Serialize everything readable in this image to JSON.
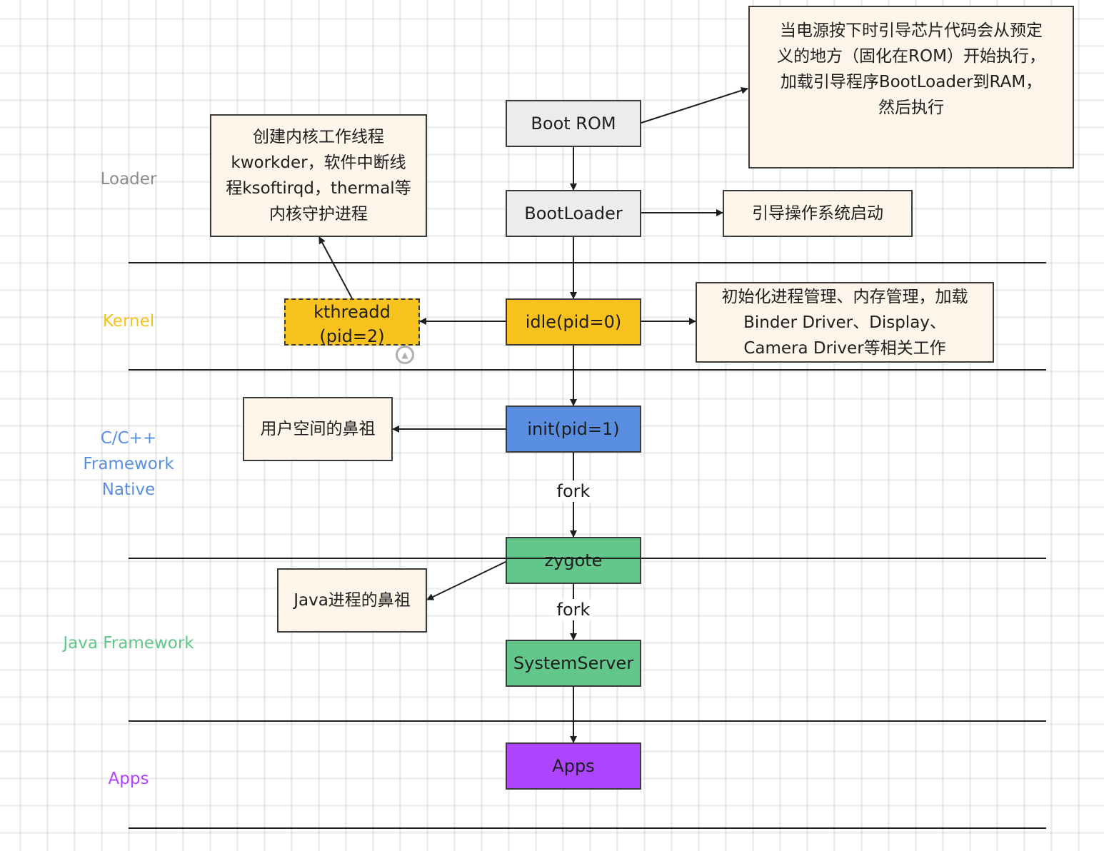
{
  "layers": [
    {
      "label": "Loader",
      "color": "#8c8c8c"
    },
    {
      "label": "Kernel",
      "color": "#f8c21e"
    },
    {
      "label": "C/C++\nFramework\nNative",
      "color": "#5a8ee0"
    },
    {
      "label": "Java Framework",
      "color": "#63c68b"
    },
    {
      "label": "Apps",
      "color": "#ad45ff"
    }
  ],
  "nodes": {
    "boot_rom": "Boot ROM",
    "bootloader": "BootLoader",
    "idle": "idle(pid=0)",
    "kthreadd": "kthreadd\n(pid=2)",
    "init": "init(pid=1)",
    "zygote": "zygote",
    "system_server": "SystemServer",
    "apps": "Apps"
  },
  "notes": {
    "boot_rom": "当电源按下时引导芯片代码会从预定\n义的地方（固化在ROM）开始执行，\n加载引导程序BootLoader到RAM，\n然后执行",
    "bootloader": "引导操作系统启动",
    "kthreadd": "创建内核工作线程\nkworkder，软件中断线\n程ksoftirqd，thermal等\n内核守护进程",
    "idle": "初始化进程管理、内存管理，加载\nBinder Driver、Display、\nCamera Driver等相关工作",
    "init": "用户空间的鼻祖",
    "zygote": "Java进程的鼻祖"
  },
  "edge_labels": {
    "init_to_zygote": "fork",
    "zygote_to_system_server": "fork"
  },
  "icons": {
    "collapse": "▲"
  },
  "colors": {
    "line": "#1e1e1e",
    "note_fill": "#fdf4ea",
    "grey_fill": "#ececec",
    "kernel_fill": "#f8c21e",
    "native_fill": "#5a8ee0",
    "java_fill": "#63c68b",
    "apps_fill": "#ad45ff"
  }
}
